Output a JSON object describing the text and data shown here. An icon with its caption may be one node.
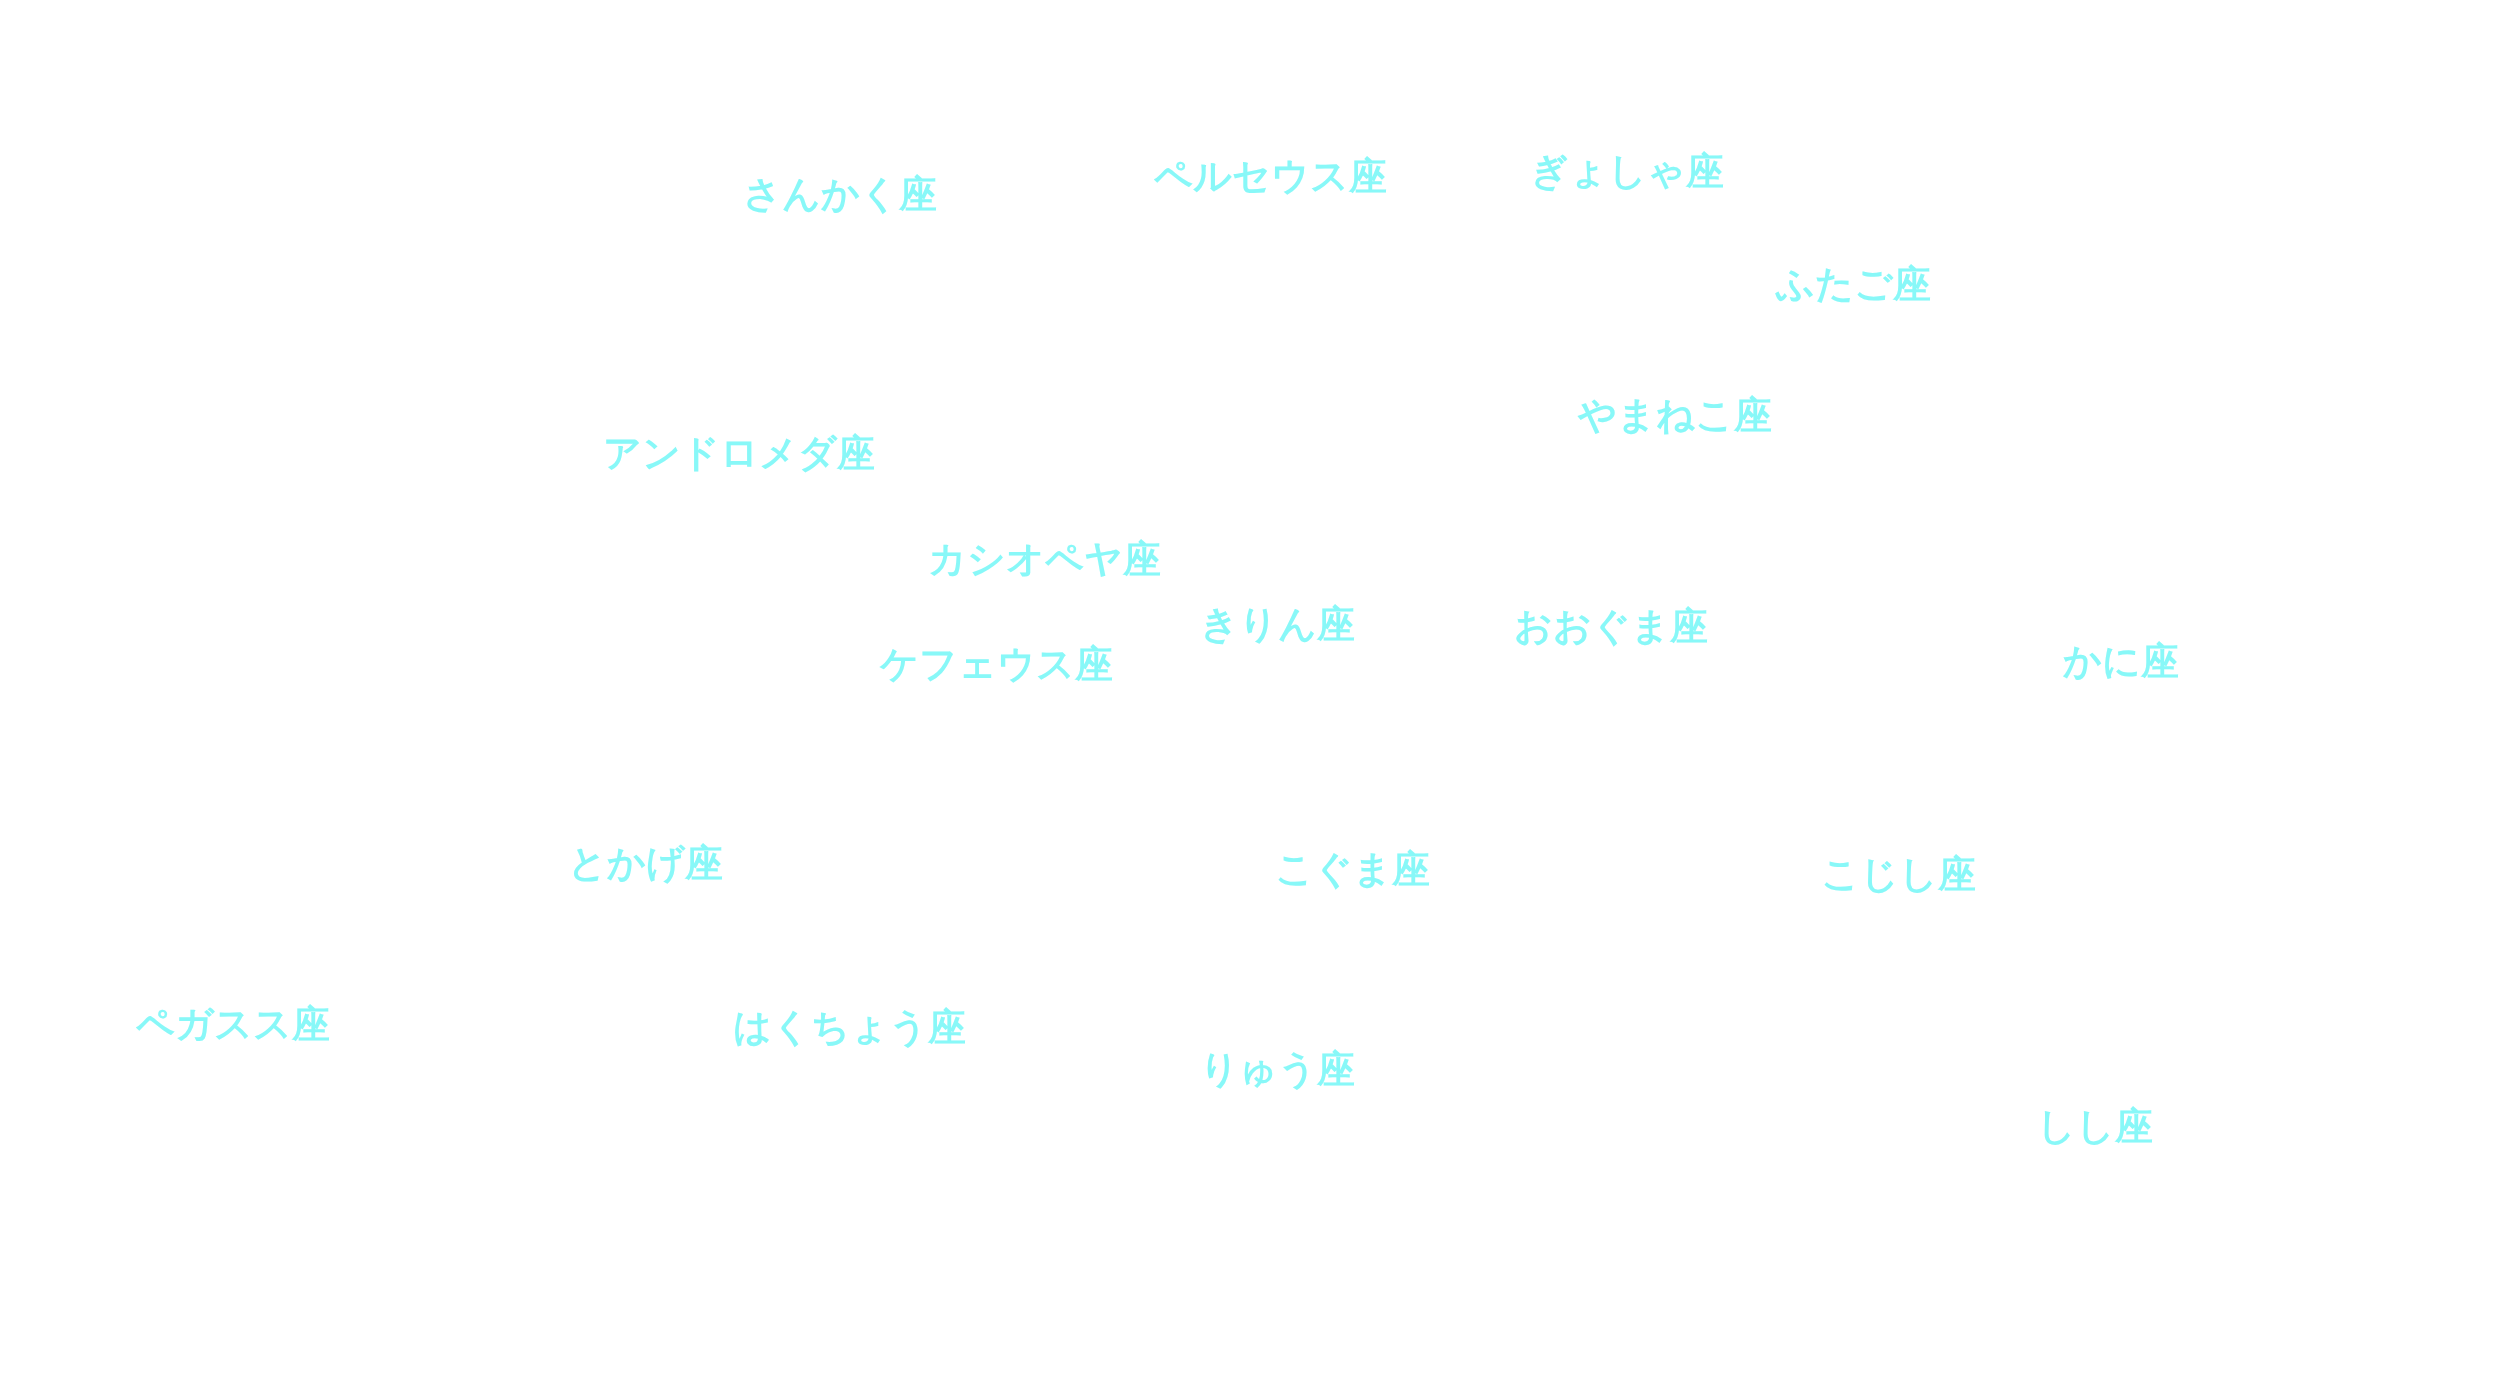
{
  "diagram": {
    "labels": [
      "さんかく座",
      "ペルセウス座",
      "ぎょしゃ座",
      "ふたご座",
      "やまねこ座",
      "アンドロメダ座",
      "カシオペヤ座",
      "きりん座",
      "おおぐま座",
      "ケフェウス座",
      "かに座",
      "とかげ座",
      "こぐま座",
      "こじし座",
      "ペガスス座",
      "はくちょう座",
      "りゅう座",
      "しし座"
    ]
  }
}
